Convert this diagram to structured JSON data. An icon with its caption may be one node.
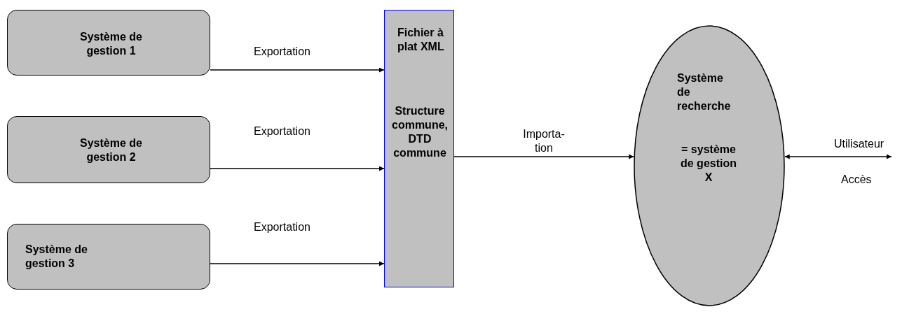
{
  "diagram": {
    "nodes": [
      {
        "text": [
          "Système de gestion 1"
        ]
      },
      {
        "text": [
          "Système de gestion 2"
        ]
      },
      {
        "text": [
          "Système de gestion 3"
        ]
      },
      {
        "text": [
          "Fichier à plat XML",
          "Structure commune, DTD commune"
        ]
      },
      {
        "text": [
          "Système de recherche",
          "= système de gestion X"
        ]
      }
    ],
    "edges": [
      {
        "from": 0,
        "to": 3,
        "arrow": "to",
        "label": "Exportation"
      },
      {
        "from": 1,
        "to": 3,
        "arrow": "to",
        "label": "Exportation"
      },
      {
        "from": 2,
        "to": 3,
        "arrow": "to",
        "label": "Exportation"
      },
      {
        "from": 3,
        "to": 4,
        "arrow": "to",
        "label": "Importa-tion"
      },
      {
        "from": 4,
        "to": null,
        "arrow": "both",
        "label": "Utilisateur"
      }
    ],
    "labels": [
      "Accès"
    ]
  }
}
